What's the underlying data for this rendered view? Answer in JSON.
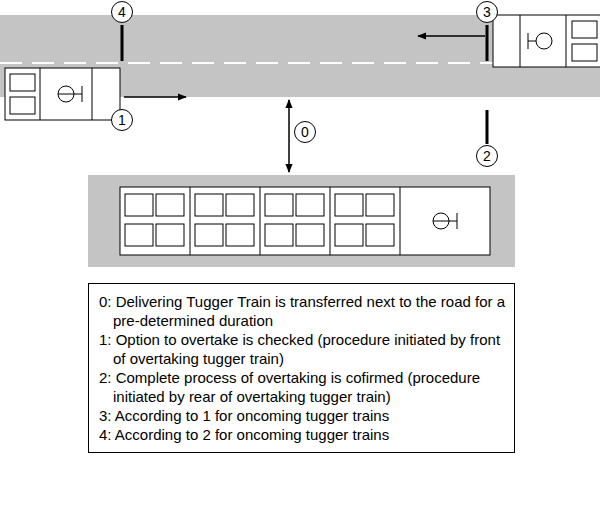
{
  "diagram": {
    "nodes": [
      {
        "text": [
          "4"
        ]
      },
      {
        "text": [
          "3"
        ]
      },
      {
        "text": [
          "1"
        ]
      },
      {
        "text": [
          "0"
        ]
      },
      {
        "text": [
          "2"
        ]
      },
      {
        "text": [
          "0: Delivering Tugger Train is transferred next to the road for a pre-determined duration",
          "1: Option to overtake is checked (procedure initiated by front of overtaking tugger train)",
          "2: Complete process of overtaking is cofirmed (procedure initiated by rear of overtaking tugger train)",
          "3: According to 1 for oncoming tugger trains",
          "4: According to 2 for oncoming tugger trains"
        ]
      }
    ]
  }
}
